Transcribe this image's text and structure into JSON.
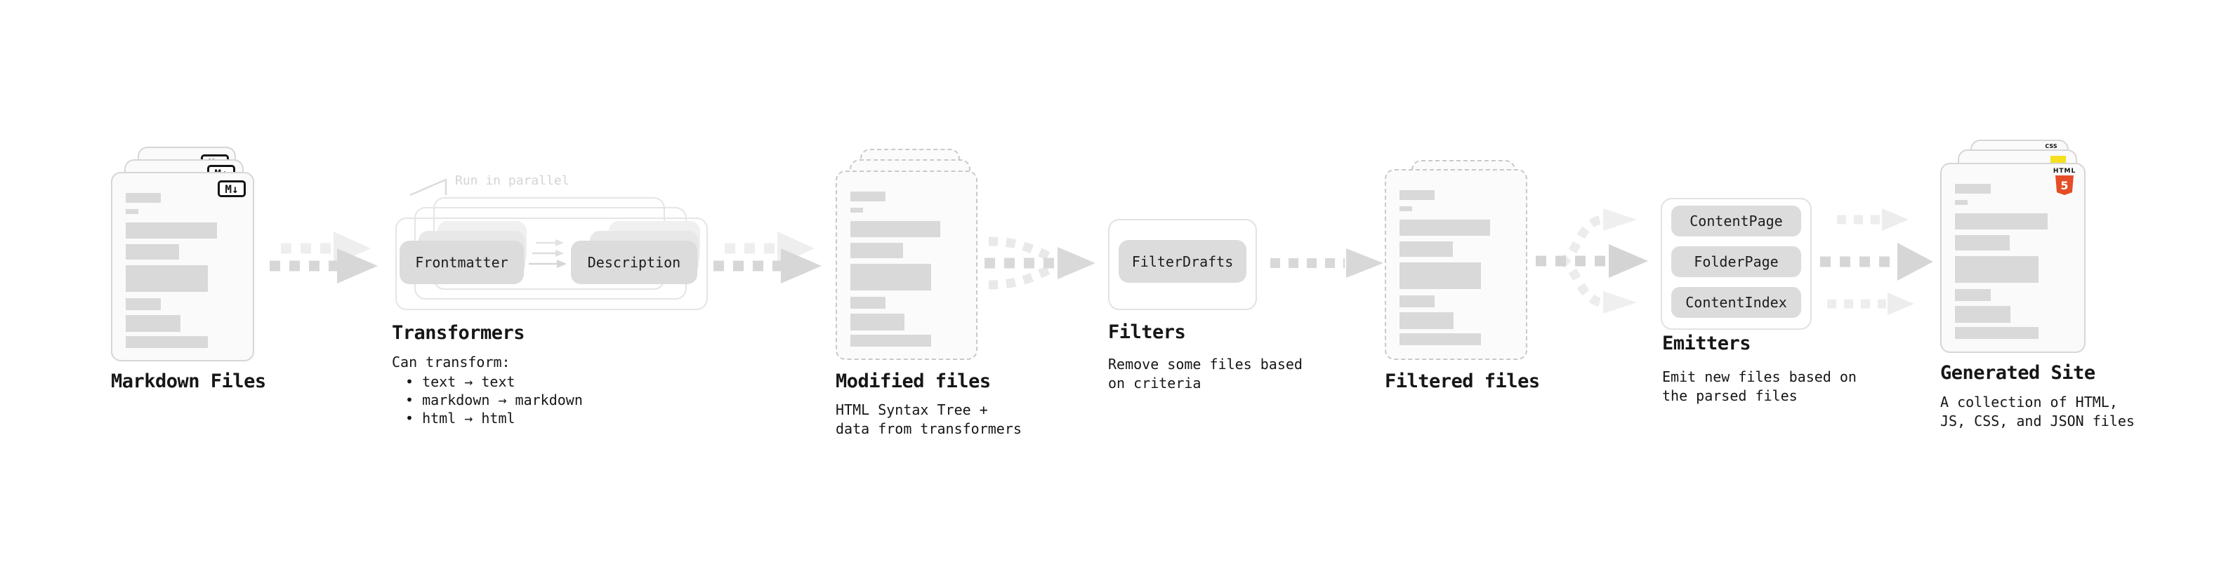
{
  "stage_markdown": {
    "label": "Markdown Files",
    "badge": "M↓"
  },
  "stage_transformers": {
    "annotation": "Run in parallel",
    "pill_frontmatter": "Frontmatter",
    "pill_description": "Description",
    "label": "Transformers",
    "desc": "Can transform:",
    "bullets": [
      "• text → text",
      "• markdown → markdown",
      "• html → html"
    ]
  },
  "stage_modified": {
    "label": "Modified files",
    "desc_lines": [
      "HTML Syntax Tree +",
      "data from transformers"
    ]
  },
  "stage_filters": {
    "pill": "FilterDrafts",
    "label": "Filters",
    "desc_lines": [
      "Remove some files based",
      "on criteria"
    ]
  },
  "stage_filtered": {
    "label": "Filtered files"
  },
  "stage_emitters": {
    "pills": [
      "ContentPage",
      "FolderPage",
      "ContentIndex"
    ],
    "label": "Emitters",
    "desc_lines": [
      "Emit new files based on",
      "the parsed files"
    ]
  },
  "stage_generated": {
    "label": "Generated Site",
    "desc_lines": [
      "A collection of HTML,",
      "JS, CSS, and JSON files"
    ],
    "html5_badge_text": "HTML",
    "html5_badge_number": "5",
    "css_badge_text": "CSS"
  },
  "colors": {
    "html5_orange": "#e44d26",
    "js_yellow": "#f7df1e",
    "css_blue": "#2b6cf0",
    "placeholder_gray": "#d9d9d9",
    "arrow_gray": "#d7d7d7",
    "arrow_light": "#ececec"
  }
}
